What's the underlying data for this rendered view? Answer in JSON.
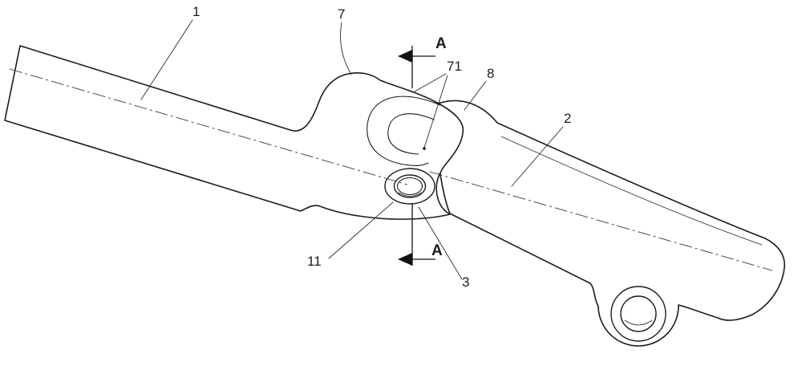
{
  "meta": {
    "background": "#ffffff",
    "line_color": "#1c1c1c"
  },
  "figure": {
    "type": "technical-drawing",
    "description": "Patent-style line drawing: two link bars joined by a clevis (fork) joint with pin bores; section cut A-A through the joint",
    "section_marker": {
      "top": "A",
      "bottom": "A"
    },
    "part_labels": [
      {
        "id": "part-1",
        "text": "1"
      },
      {
        "id": "part-7",
        "text": "7"
      },
      {
        "id": "part-71",
        "text": "71"
      },
      {
        "id": "part-8",
        "text": "8"
      },
      {
        "id": "part-2",
        "text": "2"
      },
      {
        "id": "part-11",
        "text": "11"
      },
      {
        "id": "part-3",
        "text": "3"
      }
    ]
  }
}
